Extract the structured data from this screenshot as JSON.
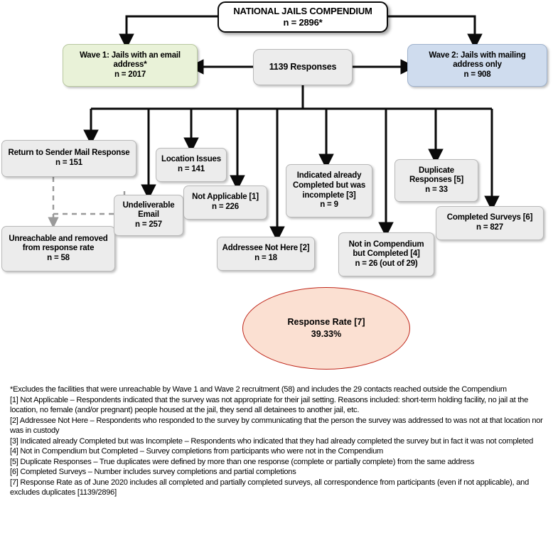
{
  "diagram": {
    "title": "National Jails Compendium survey response flow",
    "colors": {
      "wave1_fill": "#e9f2d8",
      "wave2_fill": "#cfdcee",
      "box_fill": "#ececec",
      "root_fill": "#ffffff",
      "ellipse_fill": "#fbe0d2",
      "ellipse_stroke": "#c0281c",
      "connector": "#0a0a0a",
      "dashed_connector": "#9a9a9a"
    },
    "nodes": {
      "root": {
        "line1": "NATIONAL JAILS COMPENDIUM",
        "line2": "n = 2896*"
      },
      "wave1": {
        "line1": "Wave 1: Jails with an email",
        "line2": "address*",
        "line3": "n = 2017"
      },
      "wave2": {
        "line1": "Wave 2: Jails with mailing",
        "line2": "address only",
        "line3": "n = 908"
      },
      "responses": {
        "line1": "1139 Responses"
      },
      "return_to_sender": {
        "line1": "Return to Sender Mail Response",
        "line2": "n = 151"
      },
      "unreachable": {
        "line1": "Unreachable and removed",
        "line2": "from response rate",
        "line3": "n = 58"
      },
      "undeliverable": {
        "line1": "Undeliverable",
        "line2": "Email",
        "line3": "n = 257"
      },
      "location_issues": {
        "line1": "Location Issues",
        "line2": "n = 141"
      },
      "not_applicable": {
        "line1": "Not Applicable [1]",
        "line2": "n = 226"
      },
      "addressee_not_here": {
        "line1": "Addressee Not Here [2]",
        "line2": "n = 18"
      },
      "indicated_incomplete": {
        "line1": "Indicated already",
        "line2": "Completed but was",
        "line3": "incomplete [3]",
        "line4": "n = 9"
      },
      "not_in_compendium": {
        "line1": "Not in Compendium",
        "line2": "but Completed [4]",
        "line3": "n = 26 (out of 29)"
      },
      "duplicate_responses": {
        "line1": "Duplicate",
        "line2": "Responses [5]",
        "line3": "n = 33"
      },
      "completed_surveys": {
        "line1": "Completed Surveys [6]",
        "line2": "n = 827"
      },
      "response_rate": {
        "line1": "Response Rate [7]",
        "line2": "39.33%"
      }
    }
  },
  "footnotes": [
    "*Excludes the facilities that were unreachable by Wave 1 and Wave 2 recruitment (58) and includes the 29 contacts reached outside the Compendium",
    "[1] Not Applicable – Respondents indicated that the survey was not appropriate for their jail setting. Reasons included: short-term holding facility, no jail at the location, no female (and/or pregnant) people housed at the jail, they send all detainees to another jail, etc.",
    "[2] Addressee Not Here – Respondents who responded to the survey by communicating that the person the survey was addressed to was not at that location nor was in custody",
    "[3] Indicated already Completed but was Incomplete – Respondents who indicated that they had already completed the survey but in fact it was not completed",
    "[4] Not in Compendium but Completed – Survey completions from participants who were not in the Compendium",
    "[5] Duplicate Responses – True duplicates were defined by more than one response (complete or partially complete) from the same address",
    "[6] Completed Surveys – Number includes survey completions and partial completions",
    "[7] Response Rate as of June 2020  includes all completed and partially completed surveys, all correspondence from participants (even if not applicable), and excludes duplicates [1139/2896]"
  ]
}
